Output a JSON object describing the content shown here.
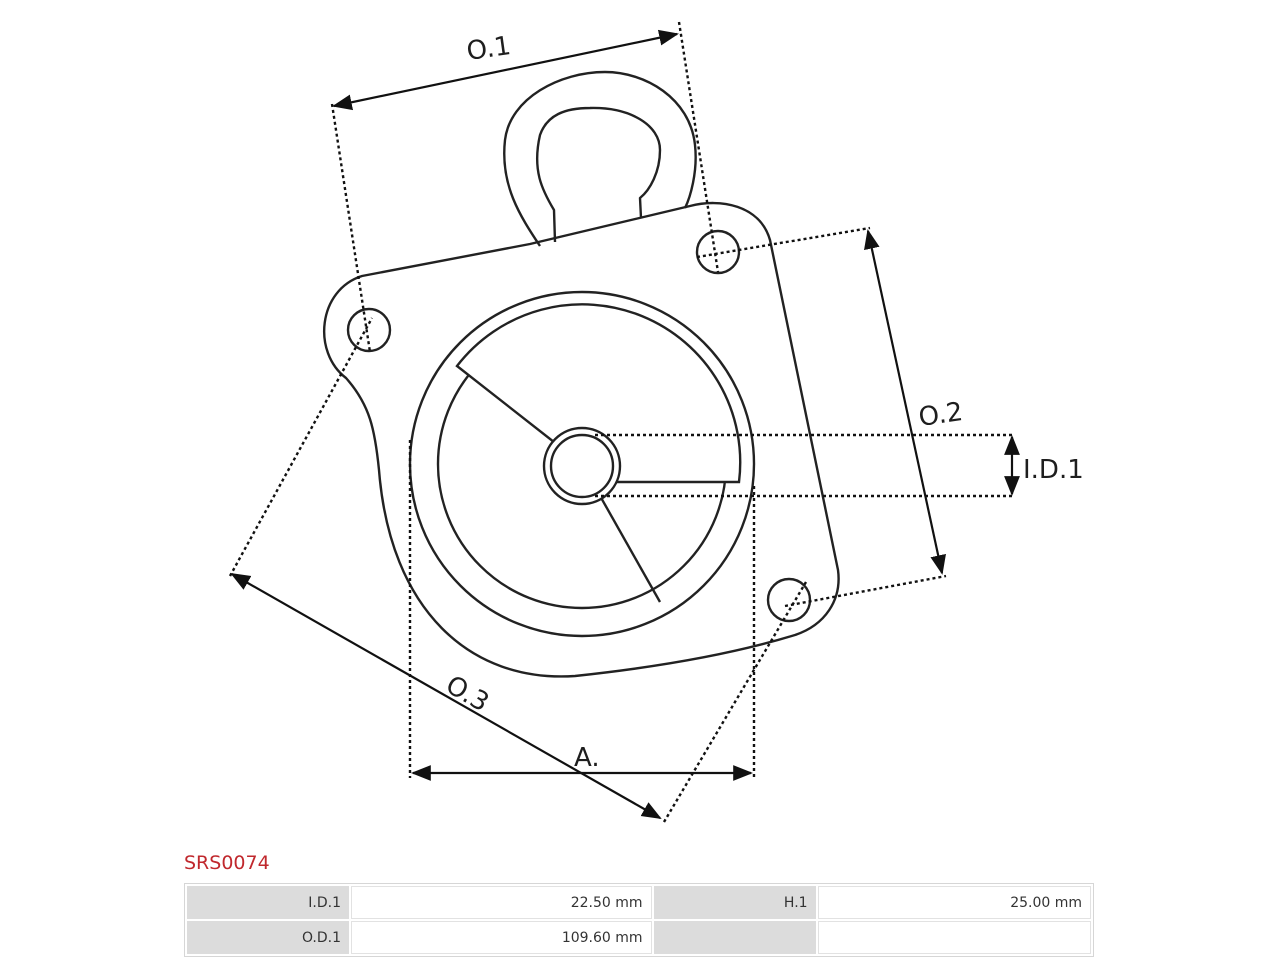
{
  "diagram": {
    "labels": {
      "o1": "O.1",
      "o2": "O.2",
      "o3": "O.3",
      "id1": "I.D.1",
      "a": "A."
    }
  },
  "product": {
    "code": "SRS0074",
    "code_color": "#c0282d"
  },
  "specs": {
    "rows": [
      {
        "label1": "I.D.1",
        "value1": "22.50 mm",
        "label2": "H.1",
        "value2": "25.00 mm"
      },
      {
        "label1": "O.D.1",
        "value1": "109.60 mm",
        "label2": "",
        "value2": ""
      }
    ]
  }
}
